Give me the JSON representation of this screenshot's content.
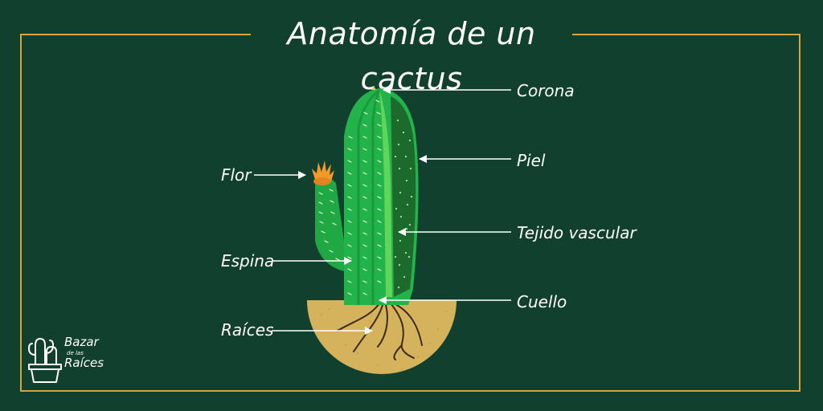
{
  "title": "Anatomía de un cactus",
  "labels": {
    "corona": "Corona",
    "piel": "Piel",
    "flor": "Flor",
    "tejido": "Tejido vascular",
    "espina": "Espina",
    "cuello": "Cuello",
    "raices": "Raíces"
  },
  "brand": {
    "line1": "Bazar",
    "line2": "de las",
    "line3": "Raíces"
  },
  "colors": {
    "background": "#12402f",
    "frame": "#d9a43a",
    "cactus": "#22b34a",
    "cactus_light": "#5fd55a",
    "soil": "#d4b35c"
  }
}
